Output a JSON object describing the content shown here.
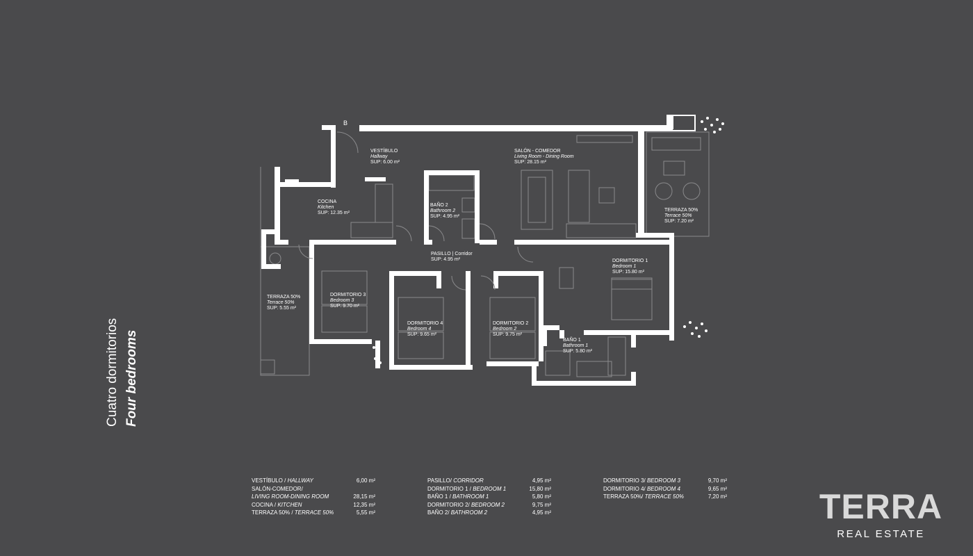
{
  "side_title": {
    "spanish": "Cuatro dormitorios",
    "english": "Four bedrooms"
  },
  "marker": "B",
  "rooms": {
    "vestibulo": {
      "es": "VESTÍBULO",
      "en": "Hallway",
      "sup": "SUP: 6.00 m²"
    },
    "salon": {
      "es": "SALÓN - COMEDOR",
      "en": "Living Room - Dining Room",
      "sup": "SUP: 28.15 m²"
    },
    "cocina": {
      "es": "COCINA",
      "en": "Kitchen",
      "sup": "SUP: 12.35 m²"
    },
    "bano2": {
      "es": "BAÑO 2",
      "en": "Bathroom 2",
      "sup": "SUP: 4.95 m²"
    },
    "terraza_right": {
      "es": "TERRAZA 50%",
      "en": "Terrace 50%",
      "sup": "SUP: 7.20 m²"
    },
    "pasillo": {
      "es": "PASILLO | Corridor",
      "sup": "SUP: 4.95 m²"
    },
    "dormitorio1": {
      "es": "DORMITORIO 1",
      "en": "Bedroom 1",
      "sup": "SUP: 15.80 m²"
    },
    "terraza_left": {
      "es": "TERRAZA 50%",
      "en": "Terrace 50%",
      "sup": "SUP: 5.55 m²"
    },
    "dormitorio3": {
      "es": "DORMITORIO 3",
      "en": "Bedroom 3",
      "sup": "SUP: 9.70 m²"
    },
    "dormitorio4": {
      "es": "DORMITORIO 4",
      "en": "Bedroom 4",
      "sup": "SUP: 9.65 m²"
    },
    "dormitorio2": {
      "es": "DORMITORIO 2",
      "en": "Bedroom 2",
      "sup": "SUP: 9.75 m²"
    },
    "bano1": {
      "es": "BAÑO 1",
      "en": "Bathroom 1",
      "sup": "SUP: 5.80 m²"
    }
  },
  "area_table": {
    "col1": [
      {
        "es": "VESTÍBULO / ",
        "en": "HALLWAY",
        "value": "6,00 m²"
      },
      {
        "es": "SALÓN-COMEDOR/",
        "en": "",
        "value": ""
      },
      {
        "es": "",
        "en": "LIVING ROOM-DINING ROOM",
        "value": "28,15 m²"
      },
      {
        "es": "COCINA / ",
        "en": "KITCHEN",
        "value": "12,35 m²"
      },
      {
        "es": "TERRAZA 50% / ",
        "en": "TERRACE 50%",
        "value": "5,55 m²"
      }
    ],
    "col2": [
      {
        "es": "PASILLO/ ",
        "en": "CORRIDOR",
        "value": "4,95 m²"
      },
      {
        "es": "DORMITORIO 1 / ",
        "en": "BEDROOM 1",
        "value": "15,80 m²"
      },
      {
        "es": "BAÑO 1 / ",
        "en": "BATHROOM 1",
        "value": "5,80 m²"
      },
      {
        "es": "DORMITORIO 2/ ",
        "en": "BEDROOM 2",
        "value": "9,75 m²"
      },
      {
        "es": "BAÑO 2/ ",
        "en": "BATHROOM 2",
        "value": "4,95 m²"
      }
    ],
    "col3": [
      {
        "es": "DORMITORIO 3/ ",
        "en": "BEDROOM 3",
        "value": "9,70 m²"
      },
      {
        "es": "DORMITORIO 4/ ",
        "en": "BEDROOM 4",
        "value": "9,65 m²"
      },
      {
        "es": "TERRAZA 50%/ ",
        "en": "TERRACE 50%",
        "value": "7,20 m²"
      }
    ]
  },
  "logo": {
    "brand": "TERRA",
    "subtitle": "REAL ESTATE"
  },
  "colors": {
    "background": "#4a4a4c",
    "walls": "#ffffff",
    "fixtures": "#8a8a8c",
    "logo": "#d9d9d9"
  }
}
